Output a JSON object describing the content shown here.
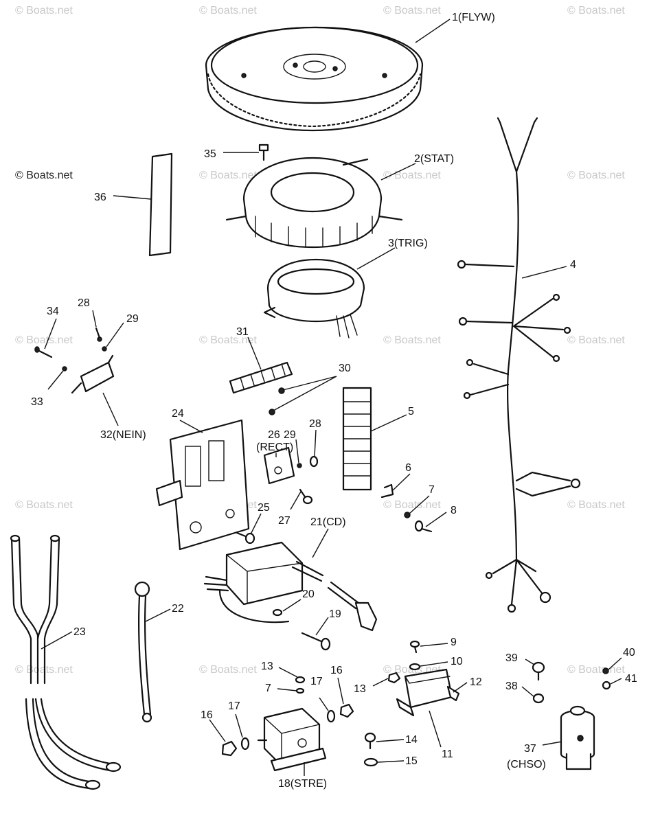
{
  "watermark": "© Boats.net",
  "labels": {
    "p1": "1(FLYW)",
    "p2": "2(STAT)",
    "p3": "3(TRIG)",
    "p4": "4",
    "p5": "5",
    "p6": "6",
    "p7": "7",
    "p7b": "7",
    "p8": "8",
    "p9": "9",
    "p10": "10",
    "p11": "11",
    "p12": "12",
    "p13": "13",
    "p13b": "13",
    "p14": "14",
    "p15": "15",
    "p16": "16",
    "p16b": "16",
    "p17": "17",
    "p17b": "17",
    "p18": "18(STRE)",
    "p19": "19",
    "p20": "20",
    "p21": "21(CD)",
    "p22": "22",
    "p23": "23",
    "p24": "24",
    "p25": "25",
    "p26a": "26",
    "p26b": "(RECT)",
    "p27": "27",
    "p28": "28",
    "p28b": "28",
    "p29": "29",
    "p29b": "29",
    "p30": "30",
    "p31": "31",
    "p32": "32(NEIN)",
    "p33": "33",
    "p34": "34",
    "p35": "35",
    "p36": "36",
    "p37": "37",
    "p37b": "(CHSO)",
    "p38": "38",
    "p39": "39",
    "p40": "40",
    "p41": "41"
  }
}
